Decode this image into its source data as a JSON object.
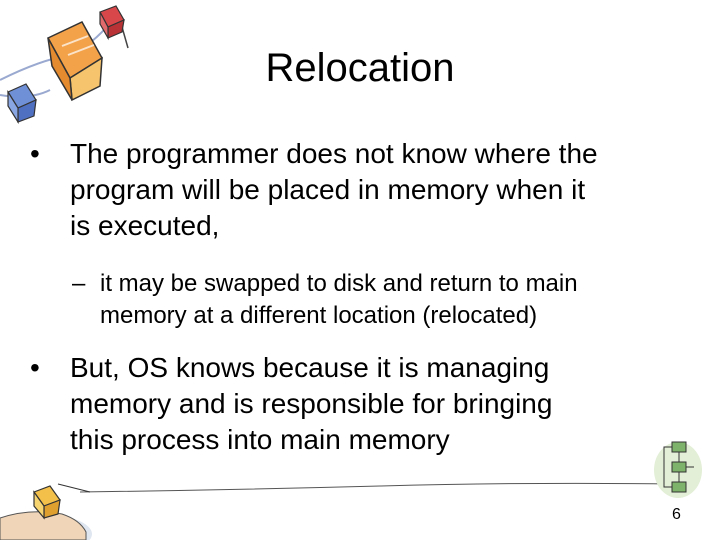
{
  "slide": {
    "title": "Relocation",
    "bullets": [
      {
        "marker": "•",
        "lines": [
          "The programmer does not know where the",
          "program will be placed in memory when it",
          "is executed,"
        ],
        "sub": {
          "marker": "–",
          "lines": [
            "it may be swapped to disk and return to main",
            "memory at a different location (relocated)"
          ]
        }
      },
      {
        "marker": "•",
        "lines": [
          "But, OS knows because it is managing",
          "memory and is responsible for bringing",
          "this process into main memory"
        ]
      }
    ],
    "page_number": "6"
  },
  "decor": {
    "top_left": "network-cubes-illustration",
    "bottom_left": "hand-holding-cube-illustration",
    "bottom_right": "flowchart-illustration"
  }
}
